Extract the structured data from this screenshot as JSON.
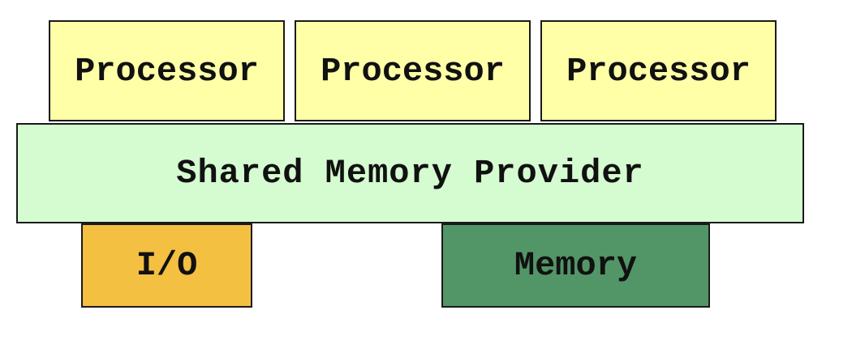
{
  "processors": [
    {
      "label": "Processor"
    },
    {
      "label": "Processor"
    },
    {
      "label": "Processor"
    }
  ],
  "shared_memory": {
    "label": "Shared Memory Provider"
  },
  "io": {
    "label": "I/O"
  },
  "memory": {
    "label": "Memory"
  },
  "colors": {
    "processor_fill": "#ffffa8",
    "shared_memory_fill": "#d5fbd0",
    "io_fill": "#f4c042",
    "memory_fill": "#529668",
    "border": "#1a1a1a",
    "text": "#111111"
  }
}
